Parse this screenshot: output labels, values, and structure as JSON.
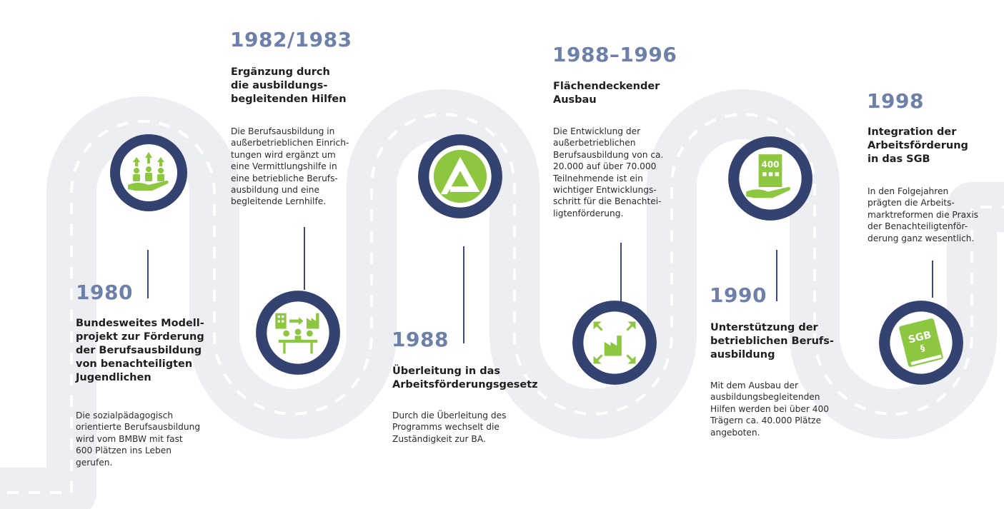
{
  "colors": {
    "navy": "#34426f",
    "navy_ring_inner": "#ffffff",
    "green": "#8dc63f",
    "year_blue": "#6d7fab",
    "road": "#e9eaee"
  },
  "milestones": [
    {
      "year": "1980",
      "heading": "Bundesweites Modell-\nprojekt zur Förderung\nder Berufsausbildung\nvon benachteiligten\nJugendlichen",
      "body": "Die sozialpädagogisch\norientierte Berufsausbildung\nwird vom BMBW mit fast\n600 Plätzen ins Leben\ngerufen.",
      "icon": "people-growth-hand-icon"
    },
    {
      "year": "1982/1983",
      "heading": "Ergänzung durch\ndie ausbildungs-\nbegleitenden Hilfen",
      "body": "Die Berufsausbildung in\naußerbetrieblichen Einrich-\ntungen wird ergänzt um\neine Vermittlungshilfe in\neine betriebliche Berufs-\nausbildung und eine\nbegleitende Lernhilfe.",
      "icon": "meeting-factory-icon"
    },
    {
      "year": "1988",
      "heading": "Überleitung in das\nArbeitsförderungsgesetz",
      "body": "Durch die Überleitung des\nProgramms wechselt die\nZuständigkeit zur BA.",
      "icon": "agency-logo-icon"
    },
    {
      "year": "1988–1996",
      "heading": "Flächendeckender\nAusbau",
      "body": "Die Entwicklung der\naußerbetrieblichen\nBerufsausbildung von ca.\n20.000 auf über 70.000\nTeilnehmende ist ein\nwichtiger Entwicklungs-\nschritt für die Benachtei-\nligtenförderung.",
      "icon": "factory-expand-icon"
    },
    {
      "year": "1990",
      "heading": "Unterstützung der\nbetrieblichen Berufs-\nausbildung",
      "body": "Mit dem Ausbau der\nausbildungsbegleitenden\nHilfen werden bei über 400\nTrägern ca. 40.000 Plätze\nangeboten.",
      "icon": "building-400-hand-icon",
      "icon_text": "400"
    },
    {
      "year": "1998",
      "heading": "Integration der\nArbeitsförderung\nin das SGB",
      "body": "In den Folgejahren\nprägten die Arbeits-\nmarktreformen die Praxis\nder Benachteiligtenför-\nderung ganz wesentlich.",
      "icon": "sgb-book-icon",
      "icon_text": "SGB",
      "icon_subtext": "§"
    }
  ]
}
